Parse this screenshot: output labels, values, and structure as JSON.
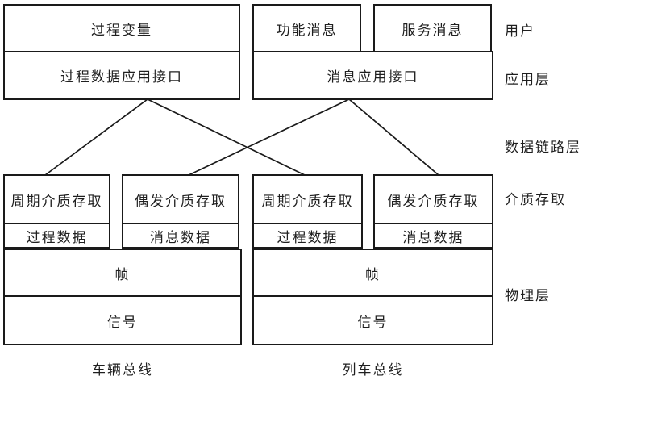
{
  "top_row": {
    "process_variables": "过程变量",
    "process_data_app_interface": "过程数据应用接口",
    "function_messages": "功能消息",
    "service_messages": "服务消息",
    "message_app_interface": "消息应用接口"
  },
  "vehicle_bus": {
    "periodic_media_access": "周期介质存取",
    "process_data": "过程数据",
    "sporadic_media_access": "偶发介质存取",
    "message_data": "消息数据",
    "frame": "帧",
    "signal": "信号",
    "caption": "车辆总线"
  },
  "train_bus": {
    "periodic_media_access": "周期介质存取",
    "process_data": "过程数据",
    "sporadic_media_access": "偶发介质存取",
    "message_data": "消息数据",
    "frame": "帧",
    "signal": "信号",
    "caption": "列车总线"
  },
  "layer_labels": {
    "user": "用户",
    "application": "应用层",
    "data_link": "数据链路层",
    "media_access": "介质存取",
    "physical": "物理层"
  },
  "connections": [
    {
      "from": "process_data_app_interface",
      "to": "vehicle_bus.periodic_media_access"
    },
    {
      "from": "process_data_app_interface",
      "to": "train_bus.periodic_media_access"
    },
    {
      "from": "message_app_interface",
      "to": "vehicle_bus.sporadic_media_access"
    },
    {
      "from": "message_app_interface",
      "to": "train_bus.sporadic_media_access"
    }
  ],
  "colors": {
    "line": "#1a1a1a",
    "background": "#ffffff",
    "text": "#1f1f1f"
  }
}
